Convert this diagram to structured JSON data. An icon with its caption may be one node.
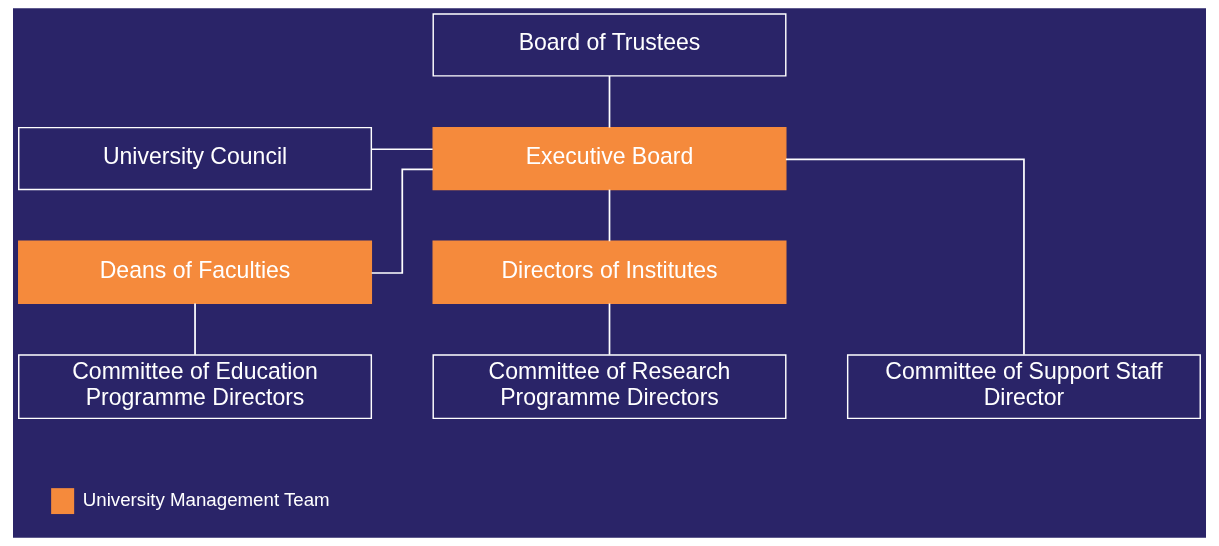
{
  "diagram": {
    "nodes": [
      {
        "text": [
          "Board of Trustees"
        ]
      },
      {
        "text": [
          "University Council"
        ]
      },
      {
        "text": [
          "Executive Board"
        ]
      },
      {
        "text": [
          "Deans of Faculties"
        ]
      },
      {
        "text": [
          "Directors of Institutes"
        ]
      },
      {
        "text": [
          "Committee of Support Staff Director"
        ]
      },
      {
        "text": [
          "Committee of Education Programme Directors"
        ]
      },
      {
        "text": [
          "Committee of Research Programme Directors"
        ]
      }
    ],
    "edges": [
      {
        "from": 0,
        "to": 2,
        "arrow": "none"
      },
      {
        "from": 1,
        "to": 2,
        "arrow": "none"
      },
      {
        "from": 2,
        "to": 3,
        "arrow": "none"
      },
      {
        "from": 2,
        "to": 4,
        "arrow": "none"
      },
      {
        "from": 2,
        "to": 5,
        "arrow": "none"
      },
      {
        "from": 3,
        "to": 6,
        "arrow": "none"
      },
      {
        "from": 4,
        "to": 7,
        "arrow": "none"
      }
    ],
    "legend": [
      {
        "text": "University Management Team",
        "color": "#f58a3c"
      }
    ]
  }
}
